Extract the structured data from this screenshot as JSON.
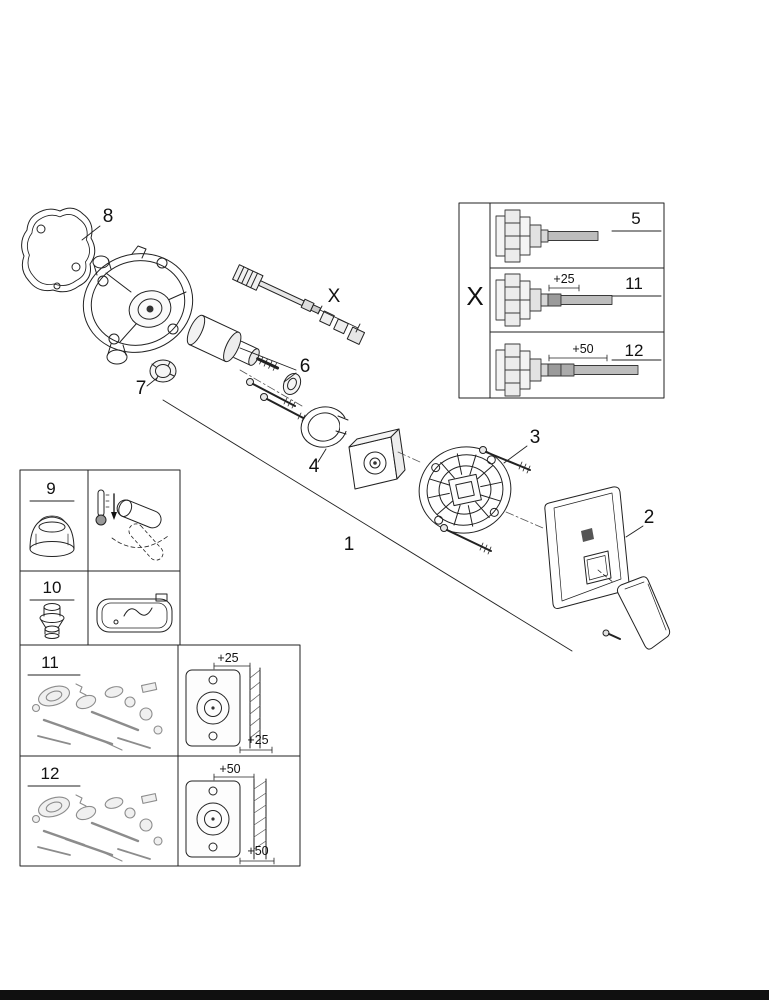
{
  "colors": {
    "line": "#222222",
    "background": "#ffffff",
    "shaft_gray": "#bdbdbd",
    "footer_bar": "#101010"
  },
  "main_view": {
    "callouts": {
      "c1": "1",
      "c2": "2",
      "c3": "3",
      "c4": "4",
      "c6": "6",
      "c7": "7",
      "c8": "8",
      "x_dim": "X"
    }
  },
  "x_variants_table": {
    "header_label": "X",
    "rows": [
      {
        "part_no": "5",
        "extension": ""
      },
      {
        "part_no": "11",
        "extension": "+25"
      },
      {
        "part_no": "12",
        "extension": "+50"
      }
    ]
  },
  "insets": {
    "box9": {
      "part_no": "9"
    },
    "box10": {
      "part_no": "10"
    },
    "box11": {
      "part_no": "11",
      "dim_top": "+25",
      "dim_bottom": "+25"
    },
    "box12": {
      "part_no": "12",
      "dim_top": "+50",
      "dim_bottom": "+50"
    }
  }
}
